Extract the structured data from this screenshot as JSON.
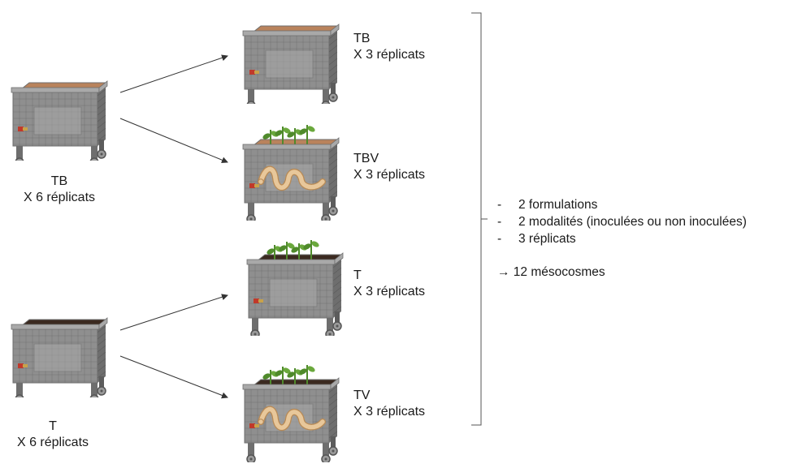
{
  "sources": [
    {
      "name": "TB",
      "replicates": "X 6 réplicats",
      "substrate_color": "#b9835c"
    },
    {
      "name": "T",
      "replicates": "X 6 réplicats",
      "substrate_color": "#3b2a20"
    }
  ],
  "treatments": [
    {
      "name": "TB",
      "replicates": "X 3 réplicats",
      "substrate_color": "#b9835c",
      "plants": false,
      "worm": false
    },
    {
      "name": "TBV",
      "replicates": "X 3 réplicats",
      "substrate_color": "#b9835c",
      "plants": true,
      "worm": true
    },
    {
      "name": "T",
      "replicates": "X 3 réplicats",
      "substrate_color": "#3b2a20",
      "plants": true,
      "worm": false
    },
    {
      "name": "TV",
      "replicates": "X 3 réplicats",
      "substrate_color": "#3b2a20",
      "plants": true,
      "worm": true
    }
  ],
  "summary": {
    "items": [
      "2 formulations",
      "2 modalités (inoculées ou non inoculées)",
      "3 réplicats"
    ],
    "item_marker": "-",
    "result": "→ 12 mésocosmes"
  },
  "colors": {
    "bin_body": "#8f8f8f",
    "bin_dark": "#6e6e6e",
    "bin_light": "#a9a9a9",
    "plant_green": "#4f8a2b",
    "worm": "#e8c79a",
    "worm_outline": "#b88a55",
    "tap_red": "#c0392b",
    "line": "#333333"
  }
}
